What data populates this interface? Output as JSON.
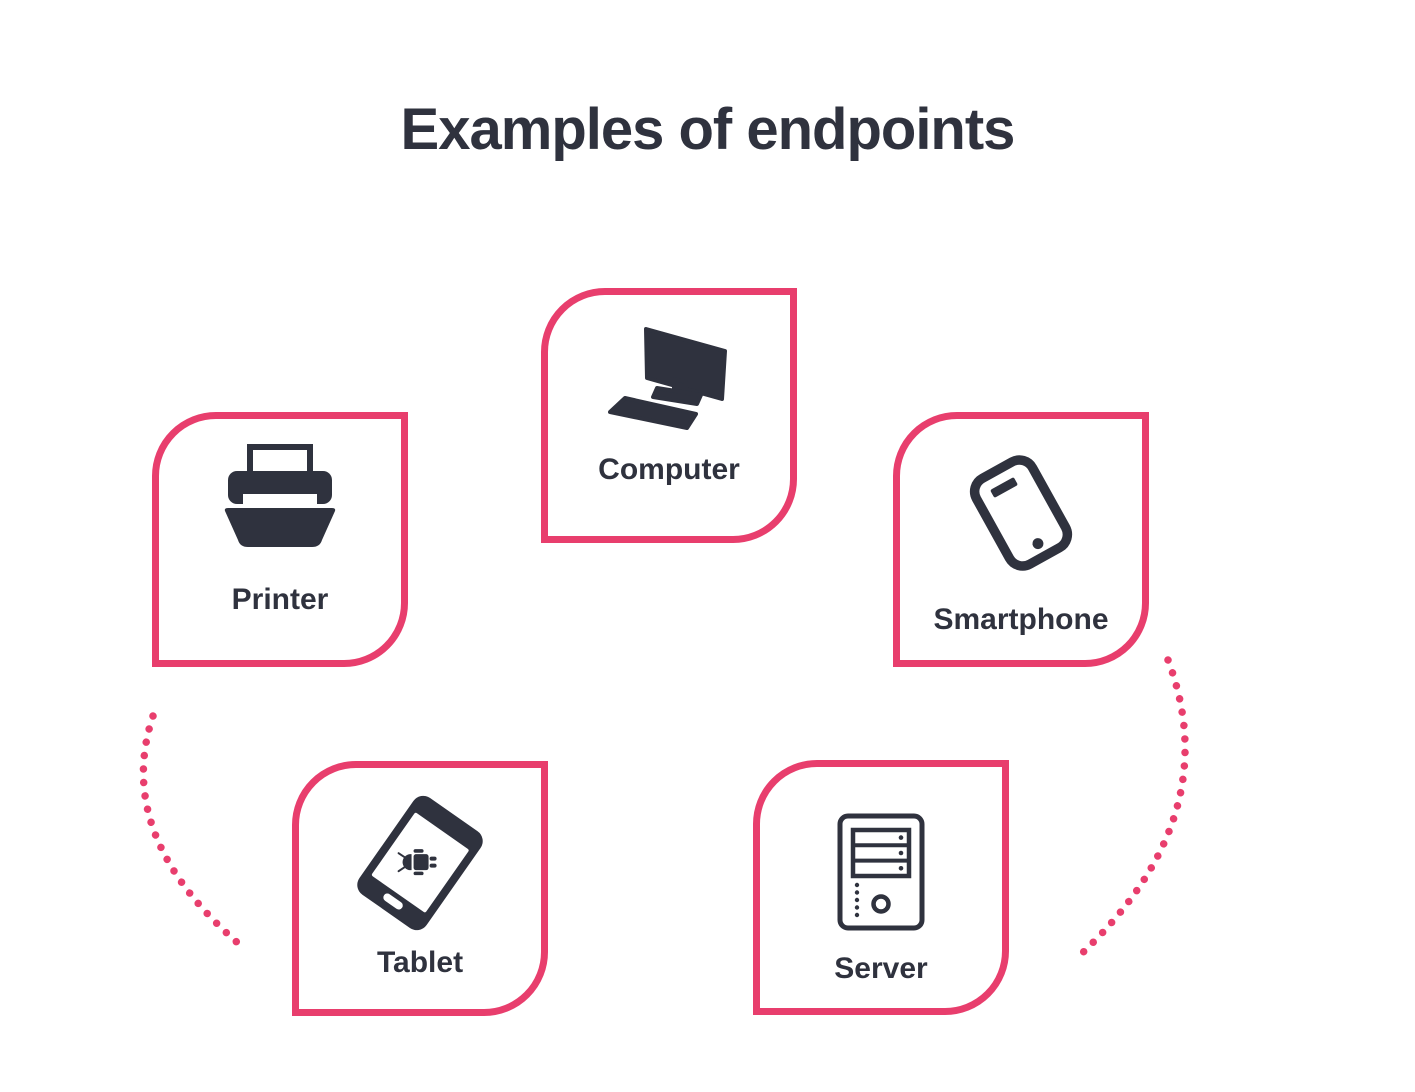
{
  "title": "Examples of endpoints",
  "colors": {
    "accent": "#E83E6D",
    "ink": "#2F323E"
  },
  "cards": [
    {
      "id": "computer",
      "label": "Computer",
      "icon": "desktop-computer-icon"
    },
    {
      "id": "printer",
      "label": "Printer",
      "icon": "printer-icon"
    },
    {
      "id": "smartphone",
      "label": "Smartphone",
      "icon": "smartphone-icon"
    },
    {
      "id": "tablet",
      "label": "Tablet",
      "icon": "tablet-icon"
    },
    {
      "id": "server",
      "label": "Server",
      "icon": "server-icon"
    }
  ]
}
